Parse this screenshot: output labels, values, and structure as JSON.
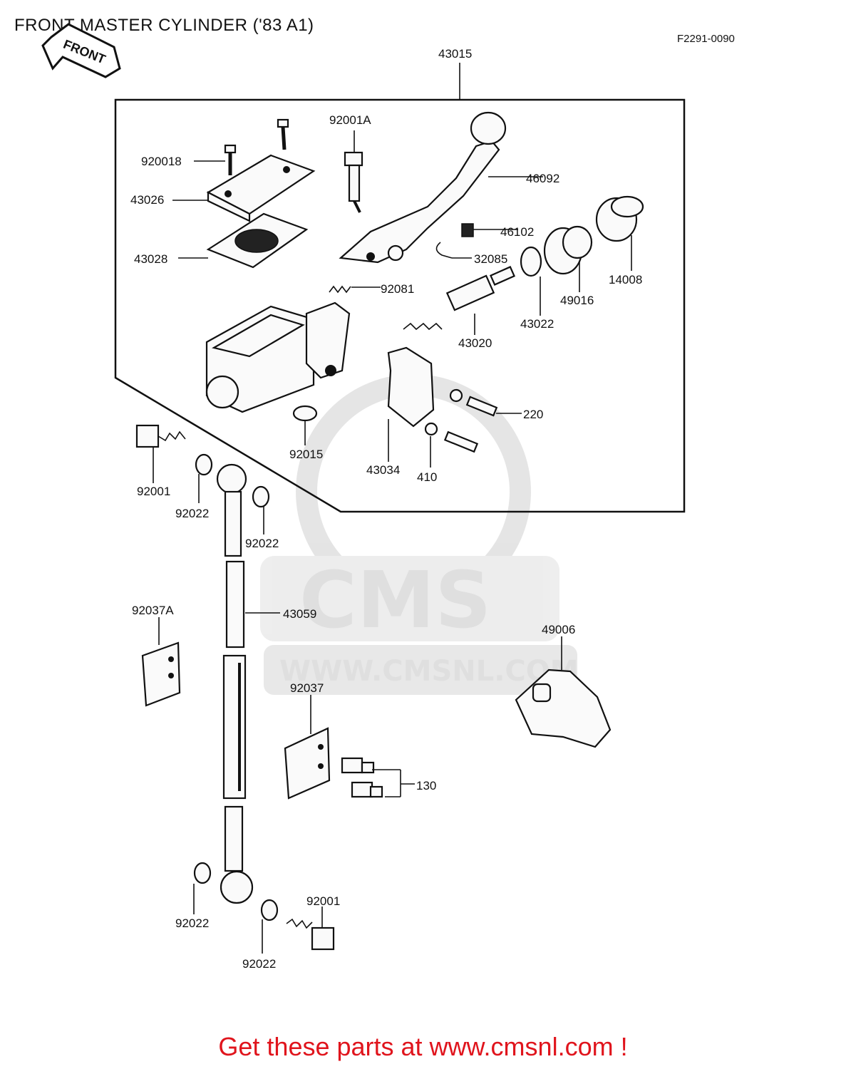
{
  "title": "FRONT MASTER CYLINDER ('83 A1)",
  "diagram_code": "F2291-0090",
  "front_badge": "FRONT",
  "watermark": {
    "logo_text": "CMS",
    "url": "WWW.CMSNL.COM"
  },
  "footer": "Get these parts at www.cmsnl.com !",
  "parts": [
    "43015",
    "92001A",
    "920018",
    "46092",
    "43026",
    "43028",
    "46102",
    "32085",
    "14008",
    "92081",
    "49016",
    "43022",
    "43020",
    "220",
    "92015",
    "43034",
    "410",
    "92001",
    "92022",
    "92022",
    "43059",
    "92037A",
    "49006",
    "92037",
    "130",
    "92022",
    "92001",
    "92022"
  ]
}
